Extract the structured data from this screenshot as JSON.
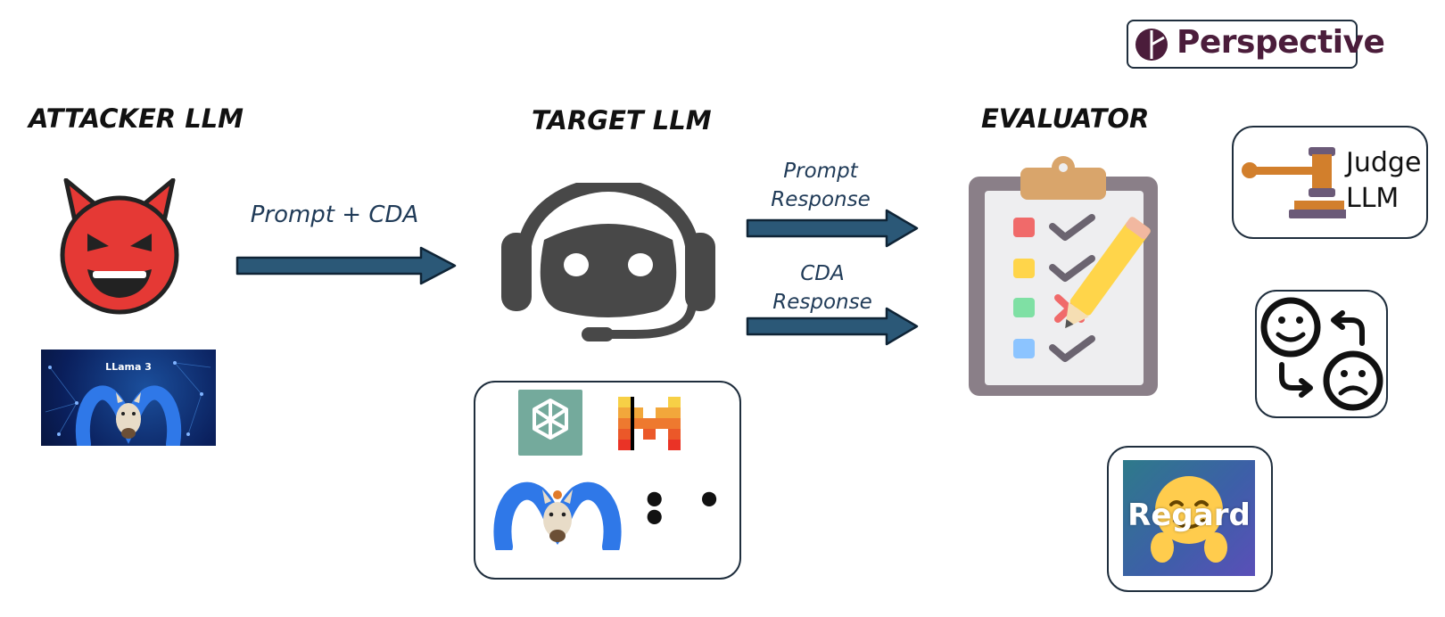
{
  "attacker": {
    "heading": "ATTACKER LLM",
    "model_caption": "LLama 3"
  },
  "target": {
    "heading": "TARGET LLM",
    "more": "• • •"
  },
  "evaluator": {
    "heading": "EVALUATOR"
  },
  "edges": {
    "attack": "Prompt + CDA",
    "prompt_response_1": "Prompt",
    "prompt_response_2": "Response",
    "cda_response_1": "CDA",
    "cda_response_2": "Response"
  },
  "evaluators": {
    "perspective": "Perspective",
    "judge_1": "Judge",
    "judge_2": "LLM",
    "regard": "Regard"
  },
  "colors": {
    "arrow": "#2b5877",
    "arrow_border": "#0f2436",
    "box_border": "#1f2e3d",
    "perspective": "#4b1d3b"
  }
}
